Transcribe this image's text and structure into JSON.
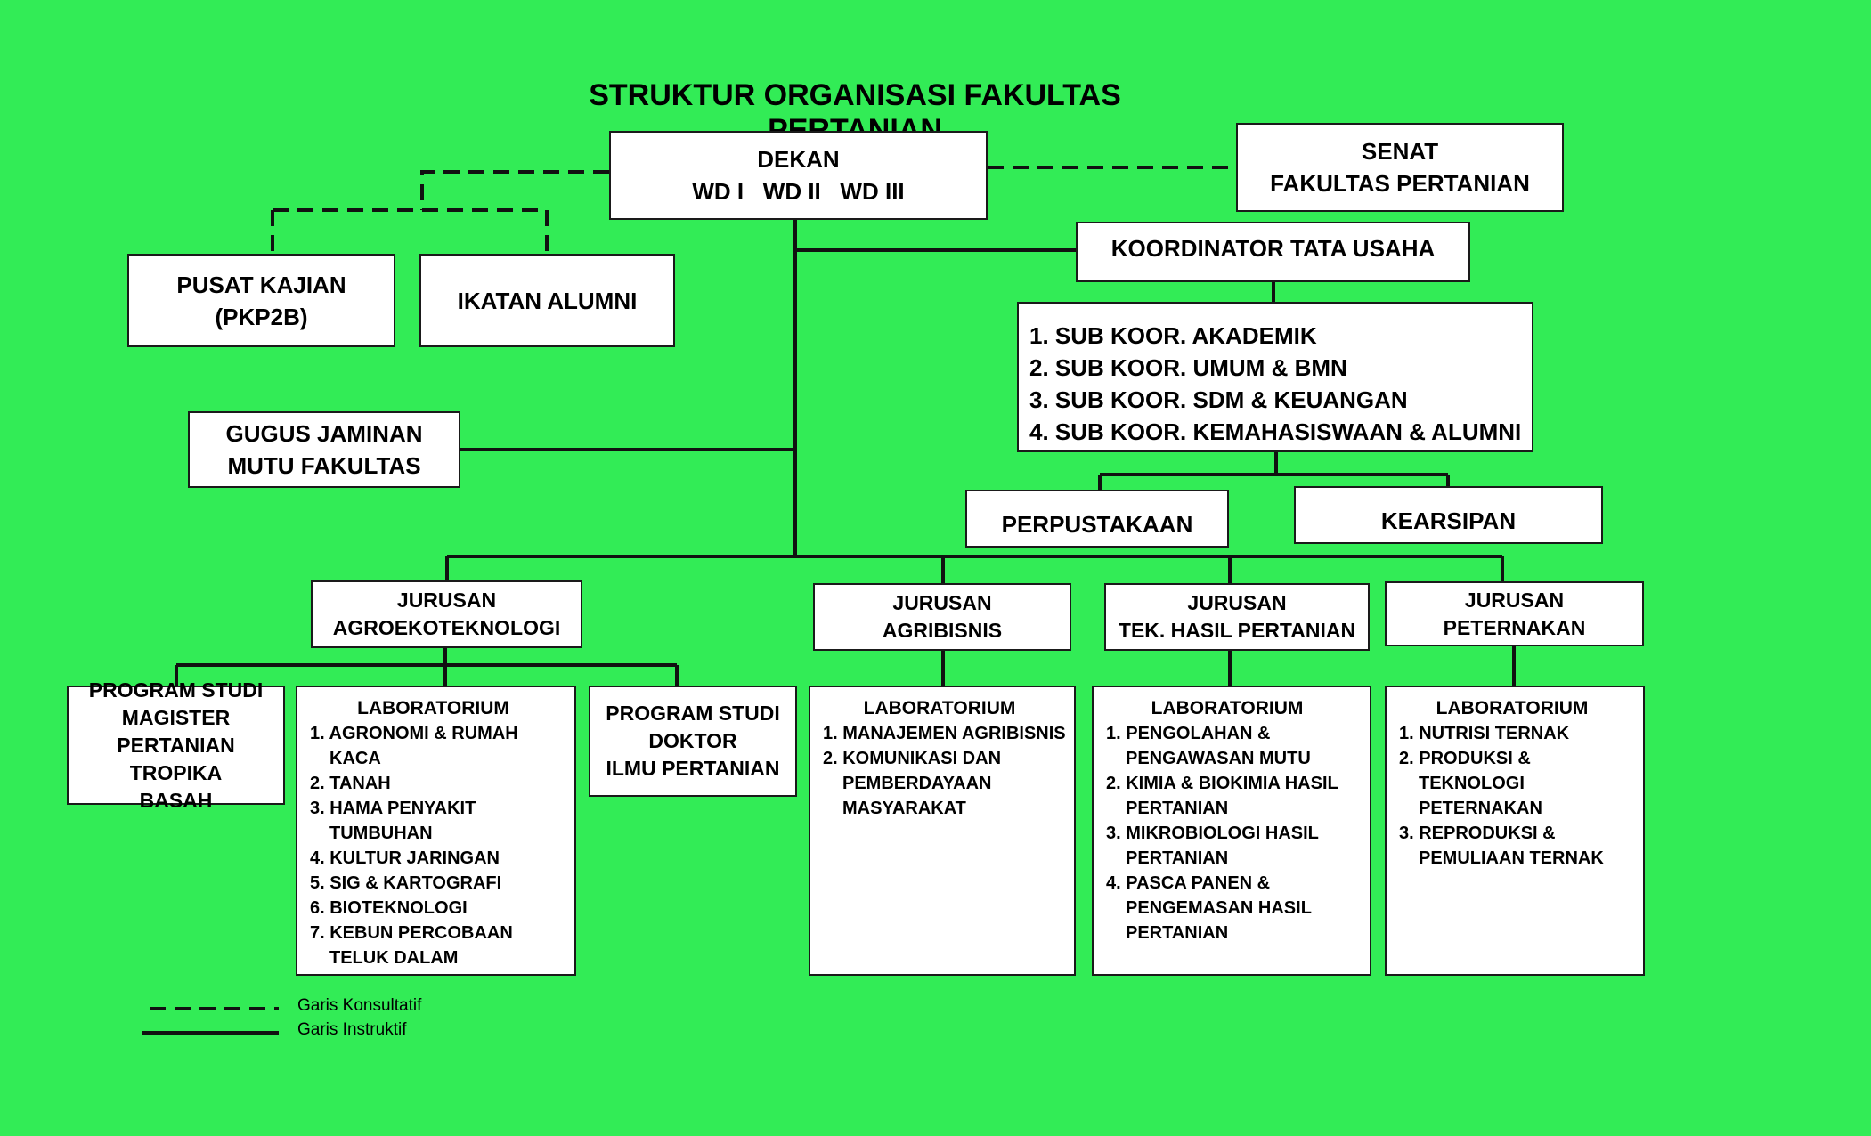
{
  "title": "STRUKTUR ORGANISASI FAKULTAS PERTANIAN",
  "dekan": {
    "line1": "DEKAN",
    "line2": "WD I   WD II   WD III"
  },
  "senat": {
    "line1": "SENAT",
    "line2": "FAKULTAS PERTANIAN"
  },
  "pusat_kajian": {
    "line1": "PUSAT KAJIAN",
    "line2": "(PKP2B)"
  },
  "ikatan_alumni": "IKATAN ALUMNI",
  "koordinator_tu": "KOORDINATOR TATA USAHA",
  "sub_koor": [
    "1. SUB KOOR. AKADEMIK",
    "2. SUB KOOR. UMUM & BMN",
    "3. SUB KOOR. SDM & KEUANGAN",
    "4. SUB KOOR. KEMAHASISWAAN & ALUMNI"
  ],
  "gugus": {
    "line1": "GUGUS JAMINAN",
    "line2": "MUTU FAKULTAS"
  },
  "perpustakaan": "PERPUSTAKAAN",
  "kearsipan": "KEARSIPAN",
  "jurusan": [
    {
      "line1": "JURUSAN",
      "line2": "AGROEKOTEKNOLOGI"
    },
    {
      "line1": "JURUSAN",
      "line2": "AGRIBISNIS"
    },
    {
      "line1": "JURUSAN",
      "line2": "TEK. HASIL PERTANIAN"
    },
    {
      "line1": "JURUSAN",
      "line2": "PETERNAKAN"
    }
  ],
  "prodi_magister": [
    "PROGRAM STUDI",
    "MAGISTER",
    "PERTANIAN TROPIKA",
    "BASAH"
  ],
  "prodi_doktor": [
    "PROGRAM STUDI",
    "DOKTOR",
    "ILMU PERTANIAN"
  ],
  "lab_header": "LABORATORIUM",
  "lab_agroeko": [
    "1. AGRONOMI & RUMAH KACA",
    "2. TANAH",
    "3. HAMA PENYAKIT TUMBUHAN",
    "4. KULTUR JARINGAN",
    "5. SIG & KARTOGRAFI",
    "6. BIOTEKNOLOGI",
    "7. KEBUN PERCOBAAN TELUK DALAM"
  ],
  "lab_agribisnis": [
    "1. MANAJEMEN AGRIBISNIS",
    "2. KOMUNIKASI DAN PEMBERDAYAAN MASYARAKAT"
  ],
  "lab_thp": [
    "1. PENGOLAHAN & PENGAWASAN MUTU",
    "2. KIMIA & BIOKIMIA HASIL PERTANIAN",
    "3. MIKROBIOLOGI HASIL PERTANIAN",
    "4. PASCA PANEN & PENGEMASAN HASIL PERTANIAN"
  ],
  "lab_peternakan": [
    "1. NUTRISI TERNAK",
    "2. PRODUKSI & TEKNOLOGI PETERNAKAN",
    "3. REPRODUKSI & PEMULIAAN TERNAK"
  ],
  "legend": {
    "dashed": "Garis Konsultatif",
    "solid": "Garis Instruktif"
  }
}
